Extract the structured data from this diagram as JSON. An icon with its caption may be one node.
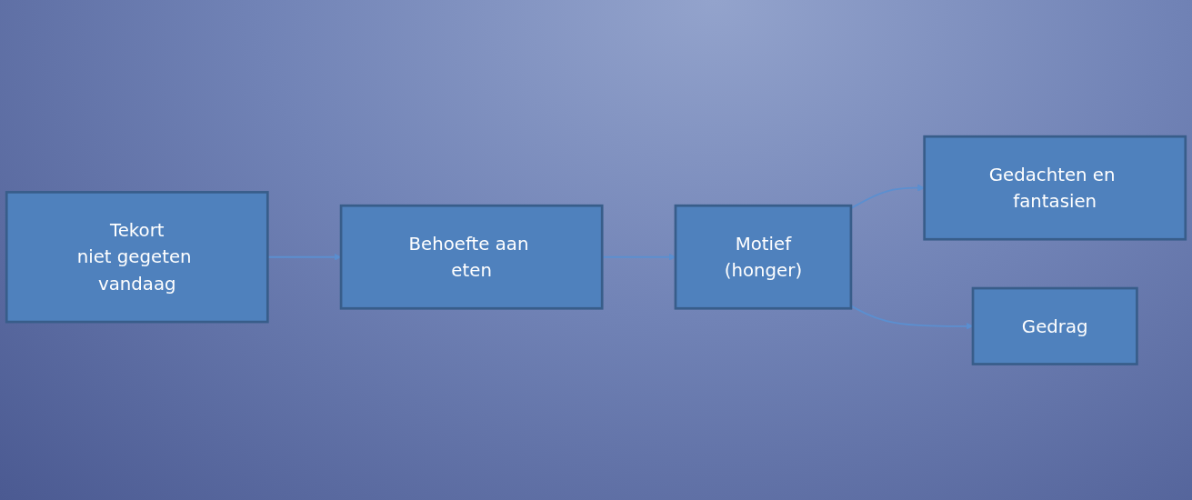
{
  "diagram": {
    "nodes": [
      {
        "text": [
          "Tekort",
          "niet gegeten vandaag"
        ]
      },
      {
        "text": [
          "Behoefte aan eten"
        ]
      },
      {
        "text": [
          "Motief",
          "(honger)"
        ]
      },
      {
        "text": [
          "Gedachten en fantasien"
        ]
      },
      {
        "text": [
          "Gedrag"
        ]
      }
    ],
    "edges": [
      {
        "from": 0,
        "to": 1,
        "arrow": "to"
      },
      {
        "from": 1,
        "to": 2,
        "arrow": "to"
      },
      {
        "from": 2,
        "to": 3,
        "arrow": "to"
      },
      {
        "from": 2,
        "to": 4,
        "arrow": "to"
      }
    ]
  }
}
